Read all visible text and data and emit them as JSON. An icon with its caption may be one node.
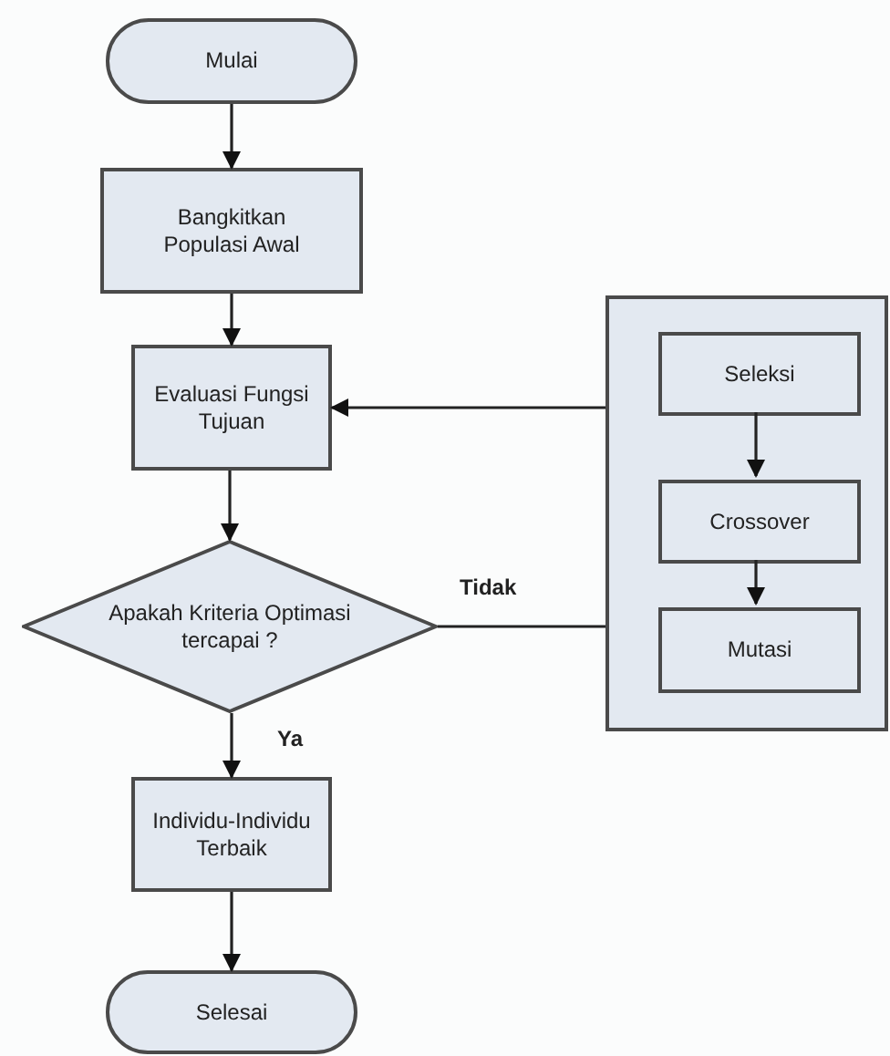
{
  "diagram": {
    "nodes": [
      {
        "text": [
          "Mulai"
        ]
      },
      {
        "text": [
          "Bangkitkan Populasi Awal"
        ]
      },
      {
        "text": [
          "Evaluasi Fungsi Tujuan"
        ]
      },
      {
        "text": [],
        "shape": "box"
      },
      {
        "text": [
          "Seleksi"
        ],
        "in": 3
      },
      {
        "text": [
          "Crossover"
        ],
        "in": 3
      },
      {
        "text": [
          "Mutasi"
        ],
        "in": 3
      },
      {
        "text": [
          "Apakah Kriteria Optimasi tercapai ?"
        ]
      },
      {
        "text": [
          "Individu-Individu Terbaik"
        ]
      },
      {
        "text": [
          "Selesai"
        ]
      }
    ],
    "edges": [
      {
        "from": 0,
        "to": 1,
        "arrow": "to"
      },
      {
        "from": 1,
        "to": 2,
        "arrow": "to"
      },
      {
        "from": 2,
        "to": 7,
        "arrow": "to"
      },
      {
        "from": 7,
        "to": 3,
        "arrow": "none",
        "label": "Tidak"
      },
      {
        "from": 3,
        "to": 2,
        "arrow": "to"
      },
      {
        "from": 4,
        "to": 5,
        "arrow": "to"
      },
      {
        "from": 5,
        "to": 6,
        "arrow": "to"
      },
      {
        "from": 7,
        "to": 8,
        "arrow": "to",
        "label": "Ya"
      },
      {
        "from": 8,
        "to": 9,
        "arrow": "to"
      }
    ]
  }
}
